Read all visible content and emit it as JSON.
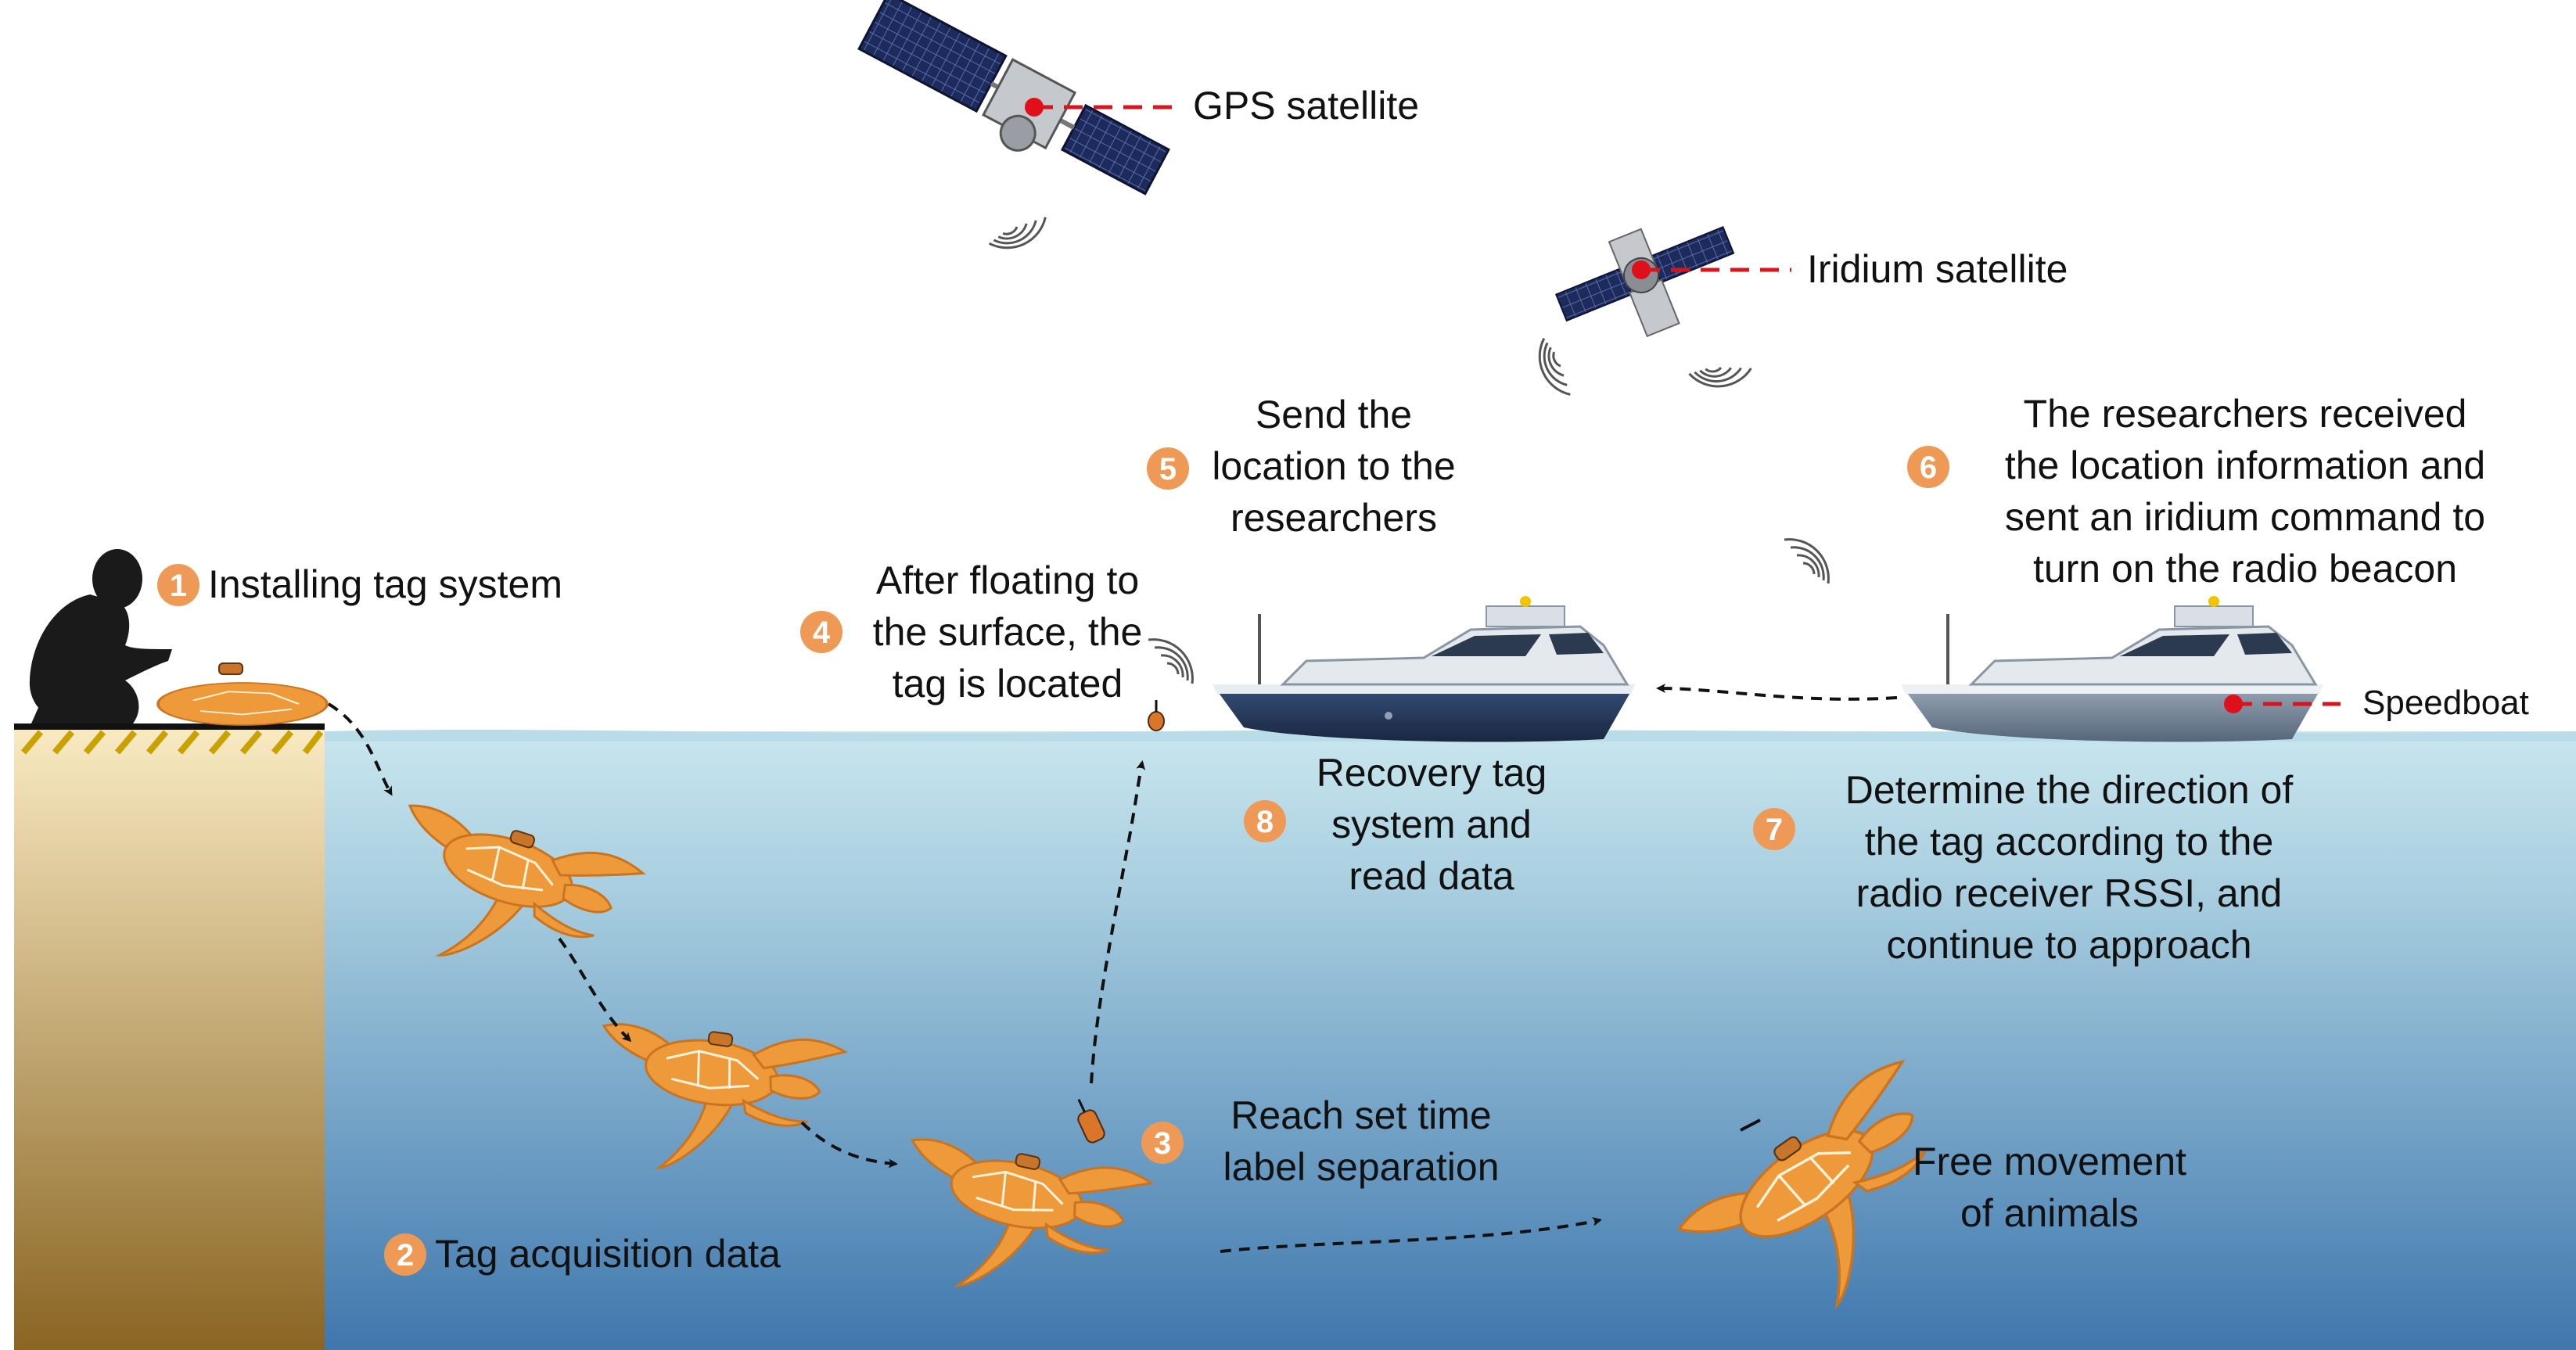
{
  "steps": [
    {
      "num": "1",
      "text": "Installing tag system"
    },
    {
      "num": "2",
      "text": "Tag acquisition data"
    },
    {
      "num": "3",
      "text": "Reach set time\nlabel separation"
    },
    {
      "num": "4",
      "text": "After floating to\nthe surface, the\ntag is located"
    },
    {
      "num": "5",
      "text": "Send the\nlocation to the\nresearchers"
    },
    {
      "num": "6",
      "text": "The researchers received\nthe location information and\nsent an iridium command to\nturn on the radio beacon"
    },
    {
      "num": "7",
      "text": "Determine the direction of\nthe tag according to the\nradio receiver RSSI, and\ncontinue to approach"
    },
    {
      "num": "8",
      "text": "Recovery tag\nsystem and\nread data"
    }
  ],
  "callouts": {
    "gps": "GPS satellite",
    "iridium": "Iridium satellite",
    "speedboat": "Speedboat"
  },
  "free_movement": "Free movement\nof animals",
  "colors": {
    "badge": "#ee9a56",
    "turtle": "#ef9a3a",
    "leader": "#d8151e",
    "sea_top": "#c9e6ee",
    "sea_bottom": "#3f77ad",
    "cliff_top": "#faebc3",
    "cliff_bottom": "#8a6523",
    "hull": "#23344f"
  }
}
